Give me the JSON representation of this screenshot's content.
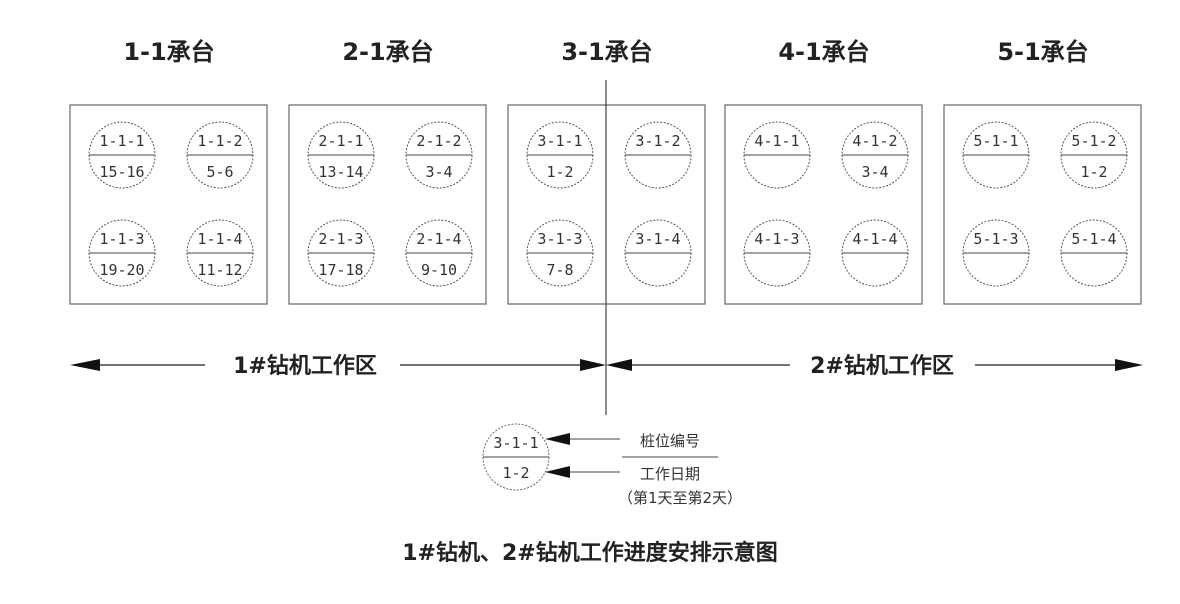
{
  "caps": [
    {
      "title": "1-1承台",
      "piles": [
        {
          "id": "1-1-1",
          "days": "15-16"
        },
        {
          "id": "1-1-2",
          "days": "5-6"
        },
        {
          "id": "1-1-3",
          "days": "19-20"
        },
        {
          "id": "1-1-4",
          "days": "11-12"
        }
      ]
    },
    {
      "title": "2-1承台",
      "piles": [
        {
          "id": "2-1-1",
          "days": "13-14"
        },
        {
          "id": "2-1-2",
          "days": "3-4"
        },
        {
          "id": "2-1-3",
          "days": "17-18"
        },
        {
          "id": "2-1-4",
          "days": "9-10"
        }
      ]
    },
    {
      "title": "3-1承台",
      "piles": [
        {
          "id": "3-1-1",
          "days": "1-2"
        },
        {
          "id": "3-1-2",
          "days": ""
        },
        {
          "id": "3-1-3",
          "days": "7-8"
        },
        {
          "id": "3-1-4",
          "days": ""
        }
      ]
    },
    {
      "title": "4-1承台",
      "piles": [
        {
          "id": "4-1-1",
          "days": ""
        },
        {
          "id": "4-1-2",
          "days": "3-4"
        },
        {
          "id": "4-1-3",
          "days": ""
        },
        {
          "id": "4-1-4",
          "days": ""
        }
      ]
    },
    {
      "title": "5-1承台",
      "piles": [
        {
          "id": "5-1-1",
          "days": ""
        },
        {
          "id": "5-1-2",
          "days": "1-2"
        },
        {
          "id": "5-1-3",
          "days": ""
        },
        {
          "id": "5-1-4",
          "days": ""
        }
      ]
    }
  ],
  "zones": {
    "left": "1#钻机工作区",
    "right": "2#钻机工作区"
  },
  "legend": {
    "pile_id": "3-1-1",
    "days": "1-2",
    "id_label": "桩位编号",
    "days_label": "工作日期",
    "days_note": "（第1天至第2天）"
  },
  "caption": "1#钻机、2#钻机工作进度安排示意图"
}
